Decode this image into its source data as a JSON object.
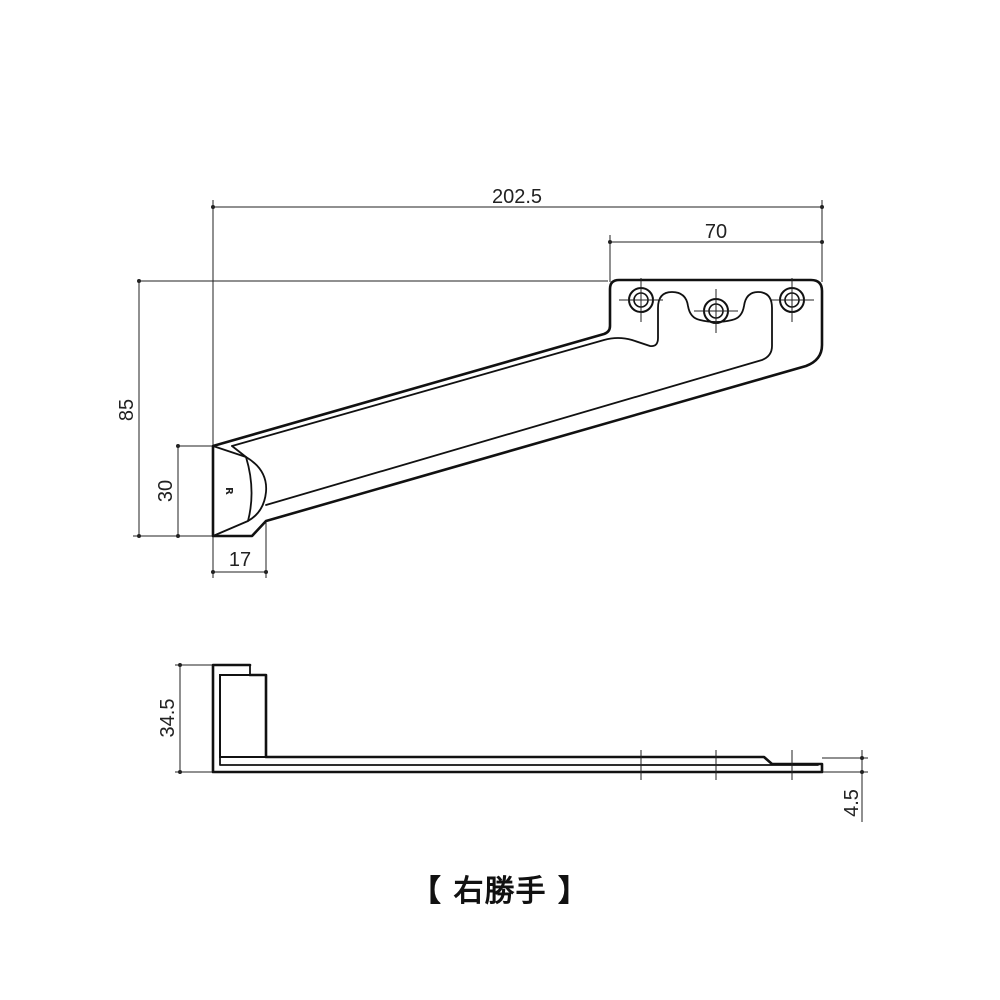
{
  "dimensions": {
    "total_length": "202.5",
    "hole_span": "70",
    "height": "85",
    "tip_height": "30",
    "tip_width": "17",
    "side_height": "34.5",
    "thickness": "4.5"
  },
  "part_mark": "R",
  "caption": "【 右勝手 】"
}
